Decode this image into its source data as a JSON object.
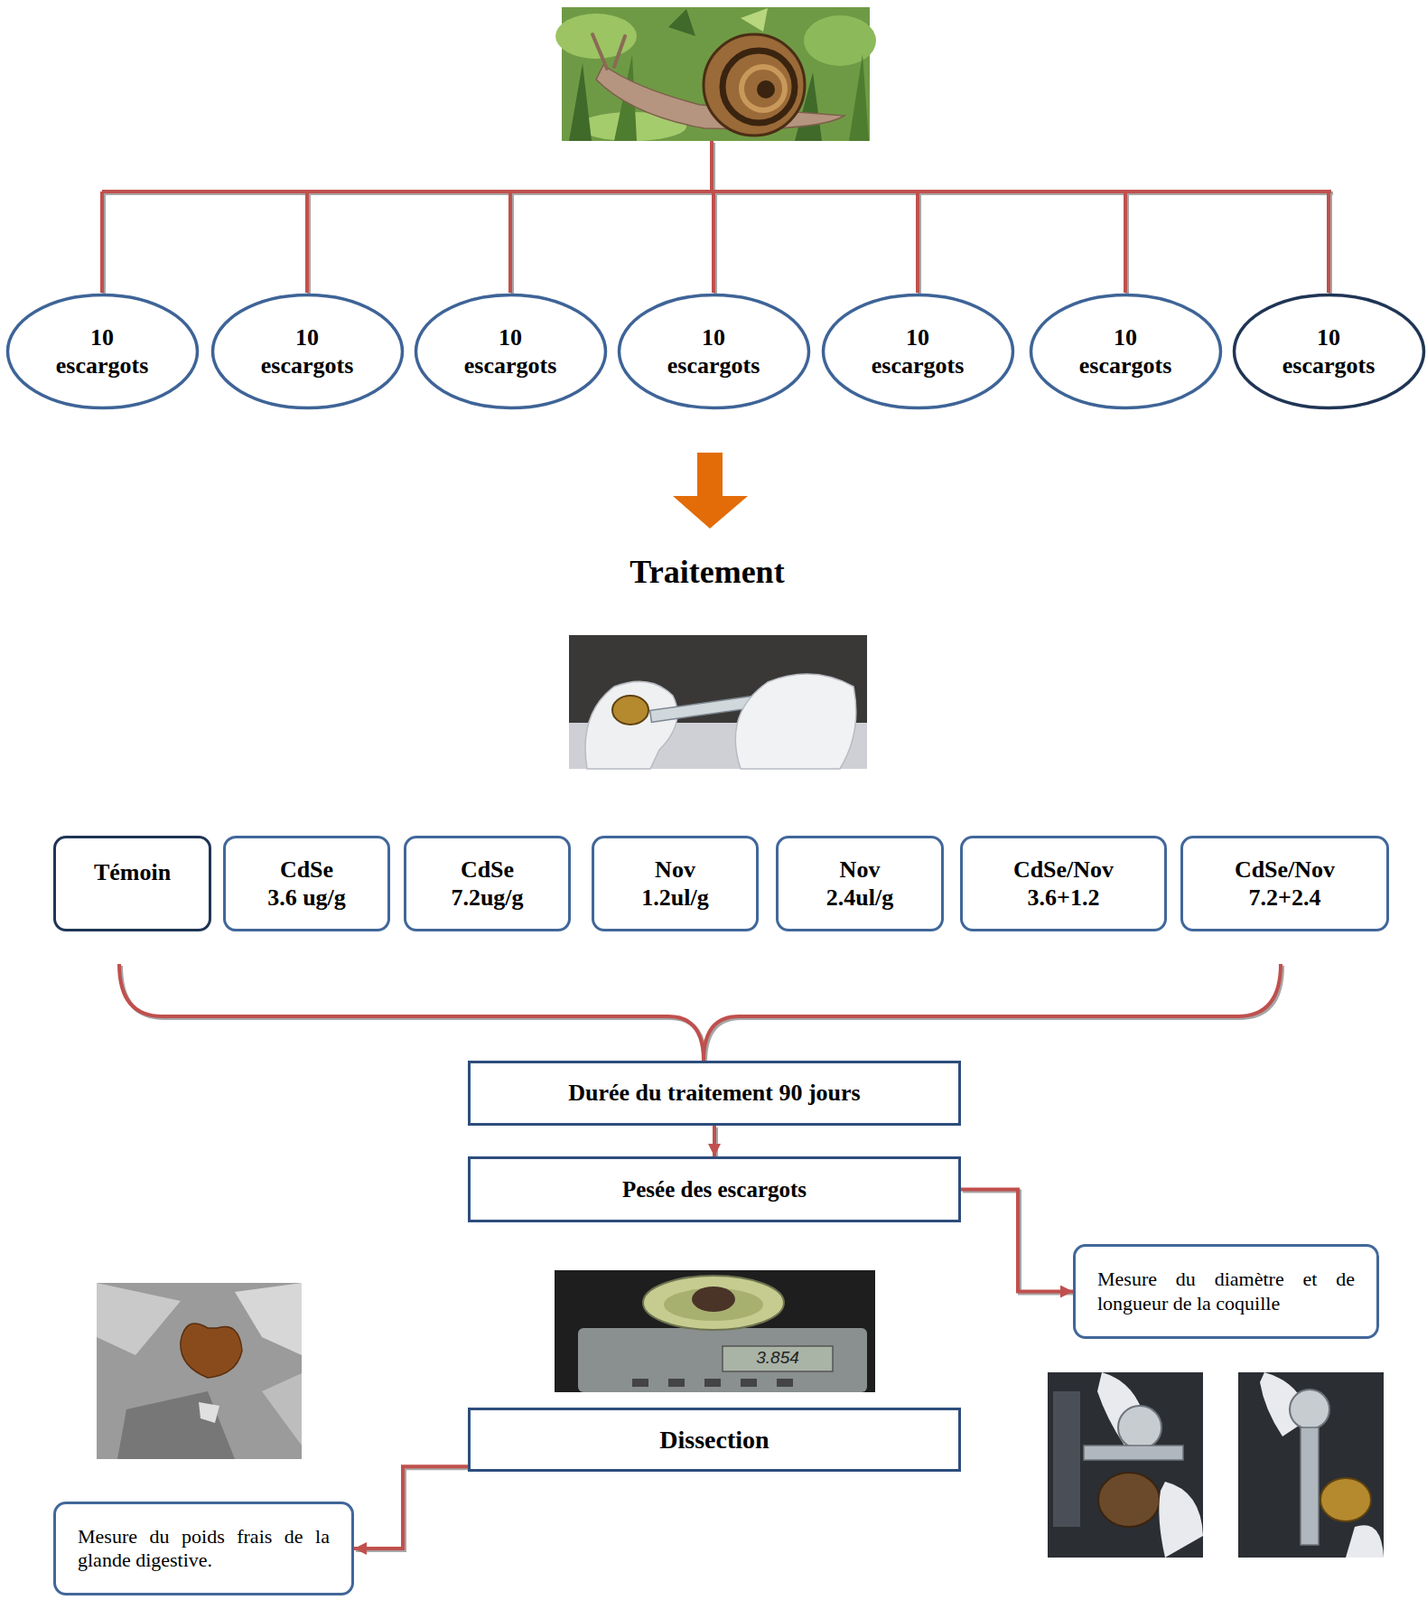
{
  "diagram": {
    "nodes": [
      {
        "text": [
          "10 escargots"
        ]
      },
      {
        "text": [
          "10 escargots"
        ]
      },
      {
        "text": [
          "10 escargots"
        ]
      },
      {
        "text": [
          "10 escargots"
        ]
      },
      {
        "text": [
          "10 escargots"
        ]
      },
      {
        "text": [
          "10 escargots"
        ]
      },
      {
        "text": [
          "10 escargots"
        ]
      },
      {
        "text": [
          "Témoin"
        ]
      },
      {
        "text": [
          "CdSe 3.6 ug/g"
        ]
      },
      {
        "text": [
          "CdSe 7.2ug/g"
        ]
      },
      {
        "text": [
          "Nov 1.2ul/g"
        ]
      },
      {
        "text": [
          "Nov 2.4ul/g"
        ]
      },
      {
        "text": [
          "CdSe/Nov 3.6+1.2"
        ]
      },
      {
        "text": [
          "CdSe/Nov 7.2+2.4"
        ]
      },
      {
        "text": [
          "Durée du traitement 90 jours"
        ]
      },
      {
        "text": [
          "Pesée des escargots"
        ]
      },
      {
        "text": [
          "Mesure du diamètre et de longueur de la coquille"
        ]
      },
      {
        "text": [
          "Dissection"
        ]
      },
      {
        "text": [
          "Mesure du poids frais de la glande digestive."
        ]
      }
    ],
    "edges": [
      {
        "from": 14,
        "to": 15,
        "arrow": "to"
      },
      {
        "from": 15,
        "to": 16,
        "arrow": "to"
      },
      {
        "from": 17,
        "to": 18,
        "arrow": "to"
      }
    ],
    "labels": [
      "Traitement",
      "3.854"
    ]
  }
}
